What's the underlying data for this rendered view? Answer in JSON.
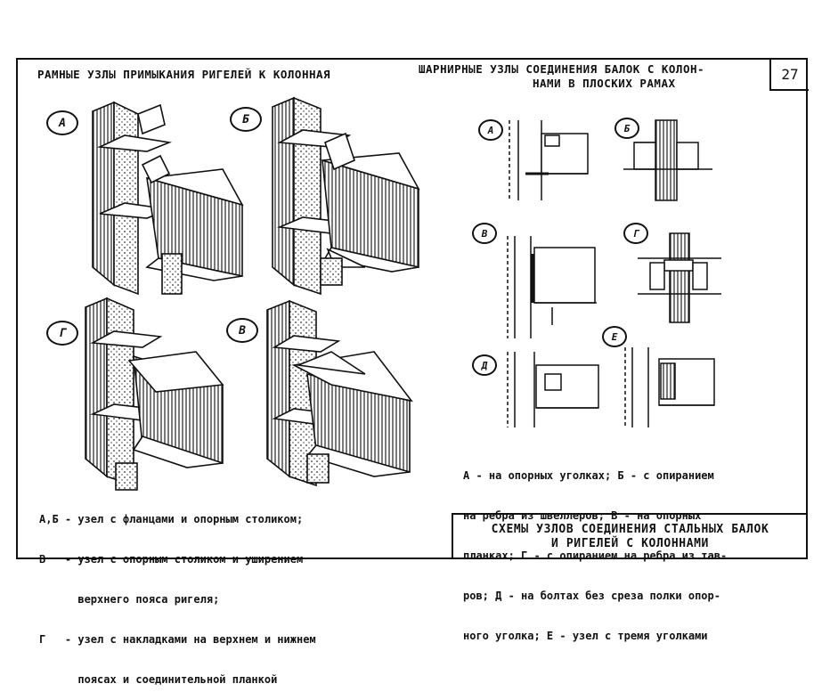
{
  "page_number": "27",
  "left_title": "РАМНЫЕ УЗЛЫ ПРИМЫКАНИЯ РИГЕЛЕЙ К КОЛОННАЯ",
  "right_title_line1": "ШАРНИРНЫЕ УЗЛЫ СОЕДИНЕНИЯ БАЛОК С КОЛОН-",
  "right_title_line2": "НАМИ В ПЛОСКИХ РАМАХ",
  "left_labels": [
    "А",
    "Б",
    "Г",
    "В"
  ],
  "right_labels": [
    "А",
    "Б",
    "В",
    "Г",
    "Д",
    "Е"
  ],
  "left_legend": [
    "А,Б - узел с фланцами и опорным столиком;",
    "В   - узел с опорным столиком и уширением",
    "      верхнего пояса ригеля;",
    "Г   - узел с накладками на верхнем и нижнем",
    "      поясах и соединительной планкой"
  ],
  "right_legend": [
    "А - на опорных уголках; Б - с опиранием",
    "на ребра из швеллеров; В - на опорных",
    "планках; Г - с опиранием на ребра из тав-",
    "ров; Д - на болтах без среза полки опор-",
    "ного уголка; Е - узел с тремя уголками"
  ],
  "title_block_line1": "СХЕМЫ УЗЛОВ СОЕДИНЕНИЯ СТАЛЬНЫХ БАЛОК",
  "title_block_line2": "И РИГЕЛЕЙ С КОЛОННАМИ"
}
